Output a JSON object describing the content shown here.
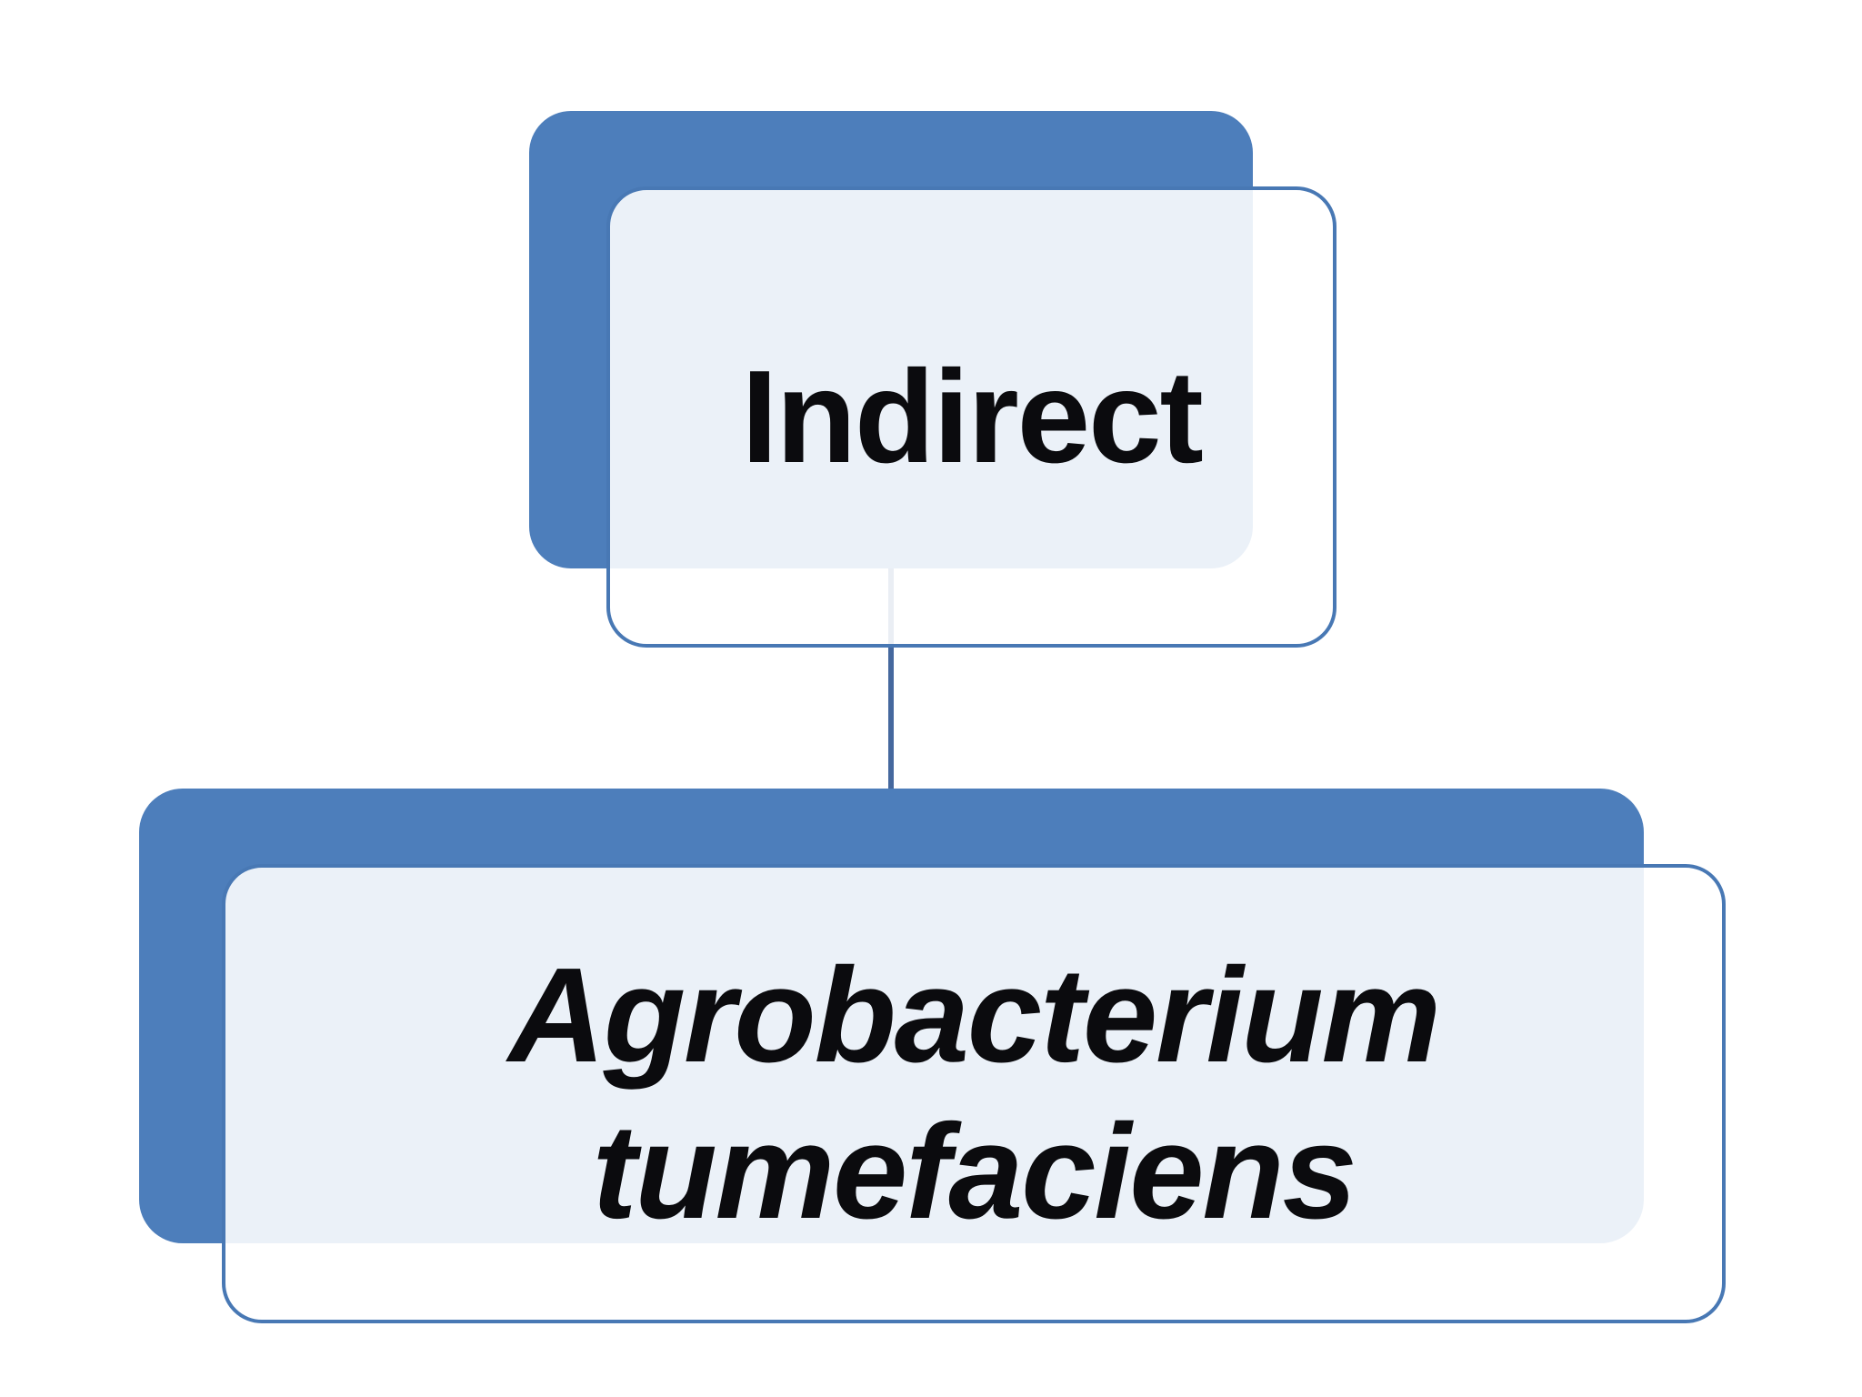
{
  "palette": {
    "shape_fill_blue": "#4D7EBB",
    "shape_border_blue": "#4878B4",
    "connector_blue": "#45689E",
    "front_fill": "rgba(255,255,255,0.89)",
    "text_color": "#0B0B0E",
    "page_bg": "#FFFFFF"
  },
  "chart_data": {
    "type": "diagram",
    "title": "",
    "nodes": [
      {
        "id": "indirect",
        "label": "Indirect",
        "text_style": "bold"
      },
      {
        "id": "agrobacterium",
        "label": "Agrobacterium tumefaciens",
        "text_style": "bold-italic"
      }
    ],
    "edges": [
      {
        "from": "indirect",
        "to": "agrobacterium",
        "style": "straight-vertical"
      }
    ]
  },
  "nodes": [
    {
      "label": "Indirect"
    },
    {
      "label": "Agrobacterium tumefaciens"
    }
  ]
}
